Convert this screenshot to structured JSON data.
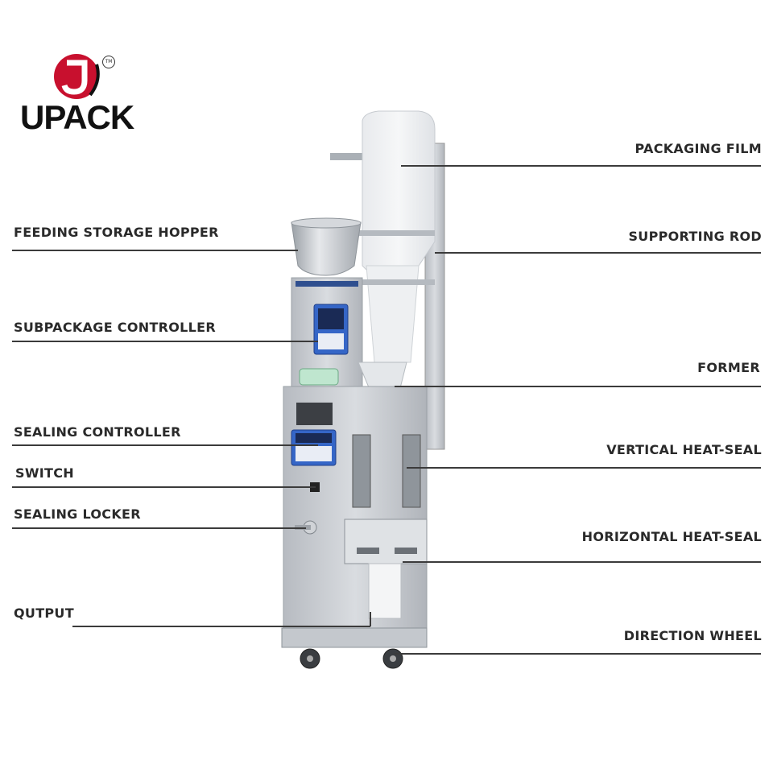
{
  "brand": {
    "name": "UPACK",
    "logo_letter": "J",
    "trademark": "TM"
  },
  "labels": {
    "packaging_film": "PACKAGING FILM",
    "supporting_rod": "SUPPORTING ROD",
    "feeding_hopper": "FEEDING STORAGE HOPPER",
    "subpackage_controller": "SUBPACKAGE CONTROLLER",
    "former": "FORMER",
    "sealing_controller": "SEALING CONTROLLER",
    "vertical_heat_seal": "VERTICAL HEAT-SEAL",
    "switch": "SWITCH",
    "sealing_locker": "SEALING LOCKER",
    "horizontal_heat_seal": "HORIZONTAL HEAT-SEAL",
    "output": "QUTPUT",
    "direction_wheel": "DIRECTION WHEEL"
  },
  "colors": {
    "logo_red": "#c8102e",
    "text": "#2a2a2a",
    "steel": "#c9cdd2",
    "panel_blue": "#3566c7"
  }
}
